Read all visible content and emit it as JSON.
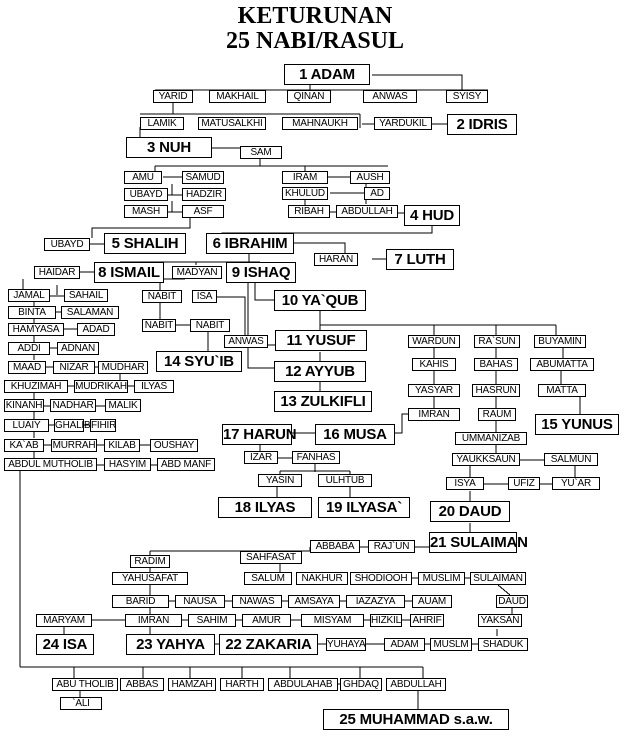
{
  "title": {
    "line1": "KETURUNAN",
    "line2": "25 NABI/RASUL"
  },
  "nodes": {
    "adam": "1 ADAM",
    "yarid": "YARID",
    "makhail": "MAKHAIL",
    "qinan": "QINAN",
    "anwas": "ANWAS",
    "syisy": "SYISY",
    "lamik": "LAMIK",
    "matusalkhi": "MATUSALKHI",
    "mahnaukh": "MAHNAUKH",
    "yardukil": "YARDUKIL",
    "idris": "2 IDRIS",
    "nuh": "3 NUH",
    "sam": "SAM",
    "amu": "AMU",
    "samud": "SAMUD",
    "ubayd1": "UBAYD",
    "hadzir": "HADZIR",
    "mash": "MASH",
    "asf": "ASF",
    "iram": "IRAM",
    "aush": "AUSH",
    "khulud": "KHULUD",
    "ad": "AD",
    "ribah": "RIBAH",
    "abdullah1": "ABDULLAH",
    "hud": "4 HUD",
    "ubayd2": "UBAYD",
    "shalih": "5 SHALIH",
    "ibrahim": "6 IBRAHIM",
    "haran": "HARAN",
    "luth": "7 LUTH",
    "haidar": "HAIDAR",
    "ismail": "8 ISMAIL",
    "madyan": "MADYAN",
    "ishaq": "9 ISHAQ",
    "jamal": "JAMAL",
    "sahail": "SAHAIL",
    "binta": "BINTA",
    "salaman": "SALAMAN",
    "hamyasa": "HAMYASA",
    "adad": "ADAD",
    "addi": "ADDI",
    "adnan": "ADNAN",
    "maad": "MAAD",
    "nizar": "NIZAR",
    "mudhar": "MUDHAR",
    "khuzimah": "KHUZIMAH",
    "mudrikah": "MUDRIKAH",
    "ilyas_s": "ILYAS",
    "kinanh": "KINANH",
    "nadhar": "NADHAR",
    "malik": "MALIK",
    "luaiy": "LUAIY",
    "ghalib": "GHALIB",
    "fihir": "FIHIR",
    "kaab": "KA`AB",
    "murrah": "MURRAH",
    "kilab": "KILAB",
    "oushay": "OUSHAY",
    "abdulmutholib": "ABDUL MUTHOLIB",
    "hasyim": "HASYIM",
    "abdmanf": "ABD MANF",
    "nabit1": "NABIT",
    "isa_s": "ISA",
    "nabit2": "NABIT",
    "nabit3": "NABIT",
    "anwas2": "ANWAS",
    "syuib": "14 SYU`IB",
    "yaqub": "10 YA`QUB",
    "yusuf": "11 YUSUF",
    "ayyub": "12 AYYUB",
    "zulkifli": "13 ZULKIFLI",
    "wardun": "WARDUN",
    "kahis": "KAHIS",
    "rasun": "RA`SUN",
    "bahas": "BAHAS",
    "buyamin": "BUYAMIN",
    "abumatta": "ABUMATTA",
    "yasyar": "YASYAR",
    "hasrun": "HASRUN",
    "matta": "MATTA",
    "imran1": "IMRAN",
    "raum": "RAUM",
    "ummanizab": "UMMANIZAB",
    "yunus": "15 YUNUS",
    "harun": "17 HARUN",
    "musa": "16 MUSA",
    "izar": "IZAR",
    "fanhas": "FANHAS",
    "yasin": "YASIN",
    "ulhtub": "ULHTUB",
    "ilyas": "18 ILYAS",
    "ilyasa": "19 ILYASA`",
    "yaukksaun": "YAUKKSAUN",
    "salmun": "SALMUN",
    "isya": "ISYA",
    "ufiz": "UFIZ",
    "yuar": "YU`AR",
    "daud": "20 DAUD",
    "abbaba": "ABBABA",
    "rajun": "RAJ`UN",
    "sulaiman": "21 SULAIMAN",
    "radim": "RADIM",
    "sahfasat": "SAHFASAT",
    "yahusafat": "YAHUSAFAT",
    "salum": "SALUM",
    "nakhur": "NAKHUR",
    "shodiooh": "SHODIOOH",
    "muslim1": "MUSLIM",
    "sulaiman_s": "SULAIMAN",
    "barid": "BARID",
    "nausa": "NAUSA",
    "nawas": "NAWAS",
    "amsaya": "AMSAYA",
    "iazazya": "IAZAZYA",
    "auam": "AUAM",
    "daud_s": "DAUD",
    "maryam": "MARYAM",
    "imran2": "IMRAN",
    "sahim": "SAHIM",
    "amur": "AMUR",
    "misyam": "MISYAM",
    "hizkil": "HIZKIL",
    "ahrif": "AHRIF",
    "yaksan": "YAKSAN",
    "isa": "24 ISA",
    "yahya": "23 YAHYA",
    "zakaria": "22 ZAKARIA",
    "yuhaya": "YUHAYA",
    "adam_s": "ADAM",
    "muslm": "MUSLM",
    "shaduk": "SHADUK",
    "abutholib": "ABU THOLIB",
    "abbas": "ABBAS",
    "hamzah": "HAMZAH",
    "harth": "HARTH",
    "abdulahab": "ABDULAHAB",
    "ghdaq": "GHDAQ",
    "abdullah2": "ABDULLAH",
    "ali": "`ALI",
    "muhammad": "25 MUHAMMAD s.a.w."
  }
}
